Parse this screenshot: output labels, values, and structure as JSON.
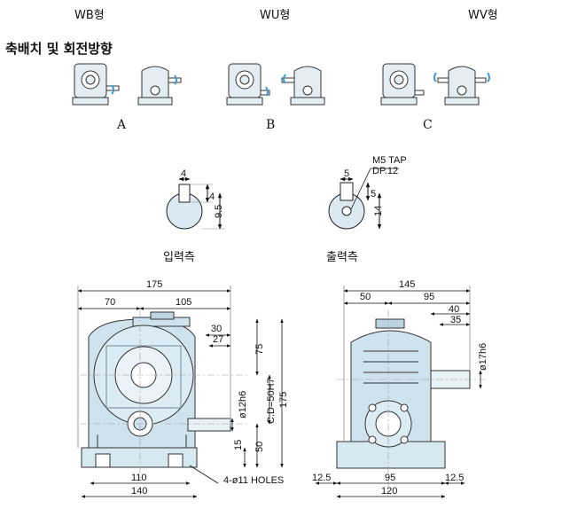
{
  "headers": {
    "wb": "WB형",
    "wu": "WU형",
    "wv": "WV형"
  },
  "section_title": "축배치 및 회전방향",
  "arrangements": [
    "A",
    "B",
    "C"
  ],
  "shaft": {
    "input_label": "입력측",
    "output_label": "출력측",
    "input_dims": {
      "key_w": "4",
      "key_h": "4",
      "height": "9.5"
    },
    "output_dims": {
      "key_w": "5",
      "key_h": "5",
      "height": "14",
      "tap": "M5 TAP",
      "depth": "DP.12"
    }
  },
  "front": {
    "d175": "175",
    "d70": "70",
    "d105": "105",
    "d30": "30",
    "d27": "27",
    "d75": "75",
    "cd": "C.D=50H7",
    "d175v": "175",
    "shaft": "ø12h6",
    "d15": "15",
    "d50": "50",
    "d110": "110",
    "d140": "140",
    "holes": "4-ø11 HOLES"
  },
  "side": {
    "d145": "145",
    "d50": "50",
    "d95": "95",
    "d40": "40",
    "d35": "35",
    "shaft": "ø17h6",
    "d125l": "12.5",
    "d95b": "95",
    "d125r": "12.5",
    "d120": "120"
  }
}
